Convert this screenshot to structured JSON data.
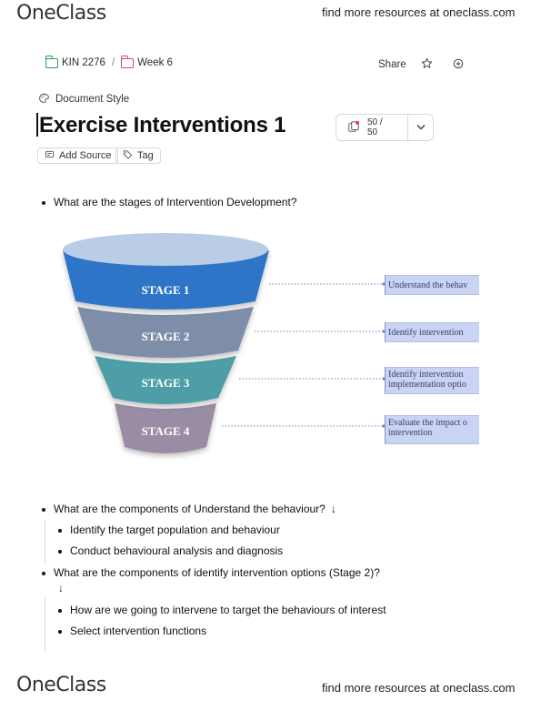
{
  "branding": {
    "logo_text": "OneClass",
    "find_more": "find more resources at oneclass.com"
  },
  "breadcrumb": {
    "course": "KIN 2276",
    "separator": "/",
    "folder": "Week 6"
  },
  "top_actions": {
    "share_label": "Share"
  },
  "doc": {
    "style_label": "Document Style",
    "title": "Exercise Interventions 1",
    "counter": "50 / 50",
    "add_source": "Add Source",
    "tag": "Tag"
  },
  "questions": {
    "q1": "What are the stages of Intervention Development?",
    "q2": "What are the components of Understand the behaviour?",
    "q2_items": [
      "Identify the target population and behaviour",
      "Conduct behavioural analysis and diagnosis"
    ],
    "q3": "What are the components of identify intervention options (Stage 2)?",
    "q3_items": [
      "How are we going to intervene to target the behaviours of interest",
      "Select intervention functions"
    ],
    "arrow_glyph": "↓"
  },
  "funnel": {
    "stages": [
      {
        "label": "STAGE 1",
        "color": "#2f74c8"
      },
      {
        "label": "STAGE 2",
        "color": "#7e8ea9"
      },
      {
        "label": "STAGE 3",
        "color": "#4d9ea6"
      },
      {
        "label": "STAGE 4",
        "color": "#998da6"
      }
    ],
    "rim_color": "#b9cde6",
    "side_labels": {
      "s1": "Understand the behav",
      "s2": "Identify intervention",
      "s3_line1": "Identify intervention",
      "s3_line2": "implementation optio",
      "s4_line1": "Evaluate the impact o",
      "s4_line2": "intervention"
    }
  }
}
